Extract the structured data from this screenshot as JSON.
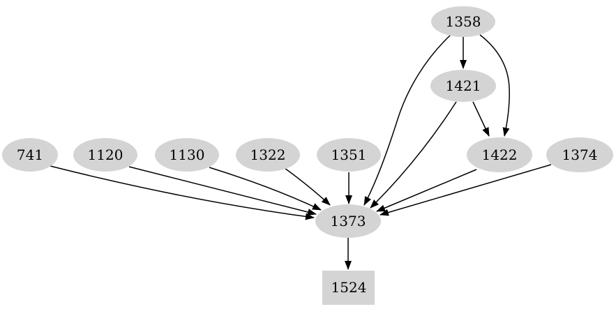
{
  "graph": {
    "type": "directed-graph",
    "background_color": "#ffffff",
    "node_fill_color": "#d4d4d4",
    "edge_color": "#000000",
    "text_color": "#000000",
    "nodes": [
      {
        "label": "1358",
        "shape": "ellipse"
      },
      {
        "label": "1421",
        "shape": "ellipse"
      },
      {
        "label": "1422",
        "shape": "ellipse"
      },
      {
        "label": "741",
        "shape": "ellipse"
      },
      {
        "label": "1120",
        "shape": "ellipse"
      },
      {
        "label": "1130",
        "shape": "ellipse"
      },
      {
        "label": "1322",
        "shape": "ellipse"
      },
      {
        "label": "1351",
        "shape": "ellipse"
      },
      {
        "label": "1374",
        "shape": "ellipse"
      },
      {
        "label": "1373",
        "shape": "ellipse"
      },
      {
        "label": "1524",
        "shape": "box"
      }
    ],
    "edges": [
      {
        "from": "1358",
        "to": "1421"
      },
      {
        "from": "1358",
        "to": "1422"
      },
      {
        "from": "1358",
        "to": "1373"
      },
      {
        "from": "1421",
        "to": "1422"
      },
      {
        "from": "1421",
        "to": "1373"
      },
      {
        "from": "1422",
        "to": "1373"
      },
      {
        "from": "741",
        "to": "1373"
      },
      {
        "from": "1120",
        "to": "1373"
      },
      {
        "from": "1130",
        "to": "1373"
      },
      {
        "from": "1322",
        "to": "1373"
      },
      {
        "from": "1351",
        "to": "1373"
      },
      {
        "from": "1374",
        "to": "1373"
      },
      {
        "from": "1373",
        "to": "1524"
      }
    ]
  }
}
